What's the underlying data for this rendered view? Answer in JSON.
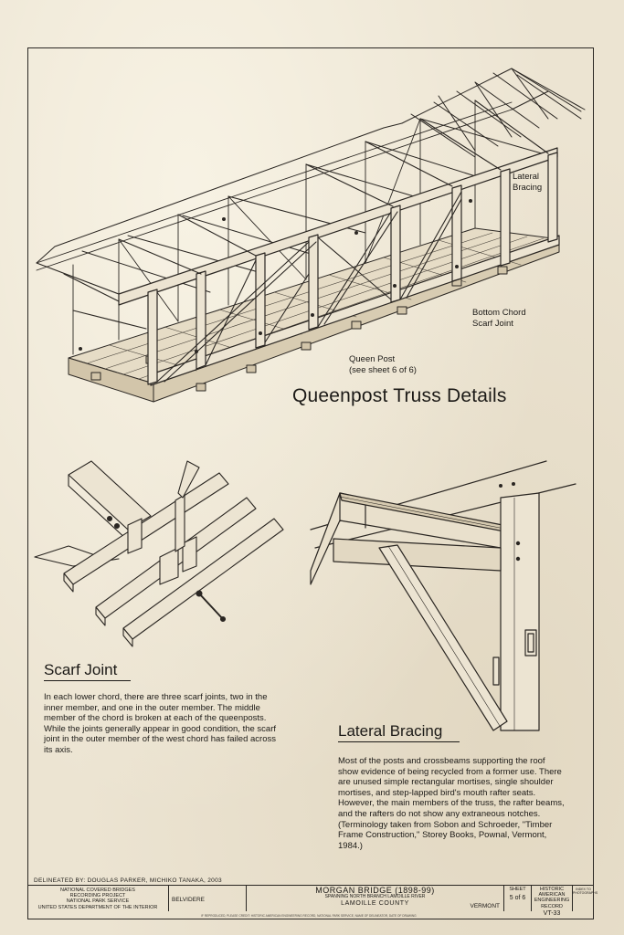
{
  "drawing_title": "Queenpost Truss Details",
  "callouts": {
    "lateral": "Lateral\nBracing",
    "bottom_chord": "Bottom Chord\nScarf Joint",
    "queen_post": "Queen Post\n(see sheet 6 of 6)"
  },
  "scarf_joint": {
    "title": "Scarf Joint",
    "text": "In each lower chord, there are three scarf joints, two in the inner member, and one in the outer member.  The middle member of the chord is broken at each of the queenposts.  While the joints generally appear in good condition, the scarf joint in the outer member of the west chord has failed across its axis."
  },
  "lateral_bracing": {
    "title": "Lateral Bracing",
    "text": "Most of the posts and crossbeams supporting the roof show evidence of being recycled from a former use.  There are unused simple rectangular mortises, single shoulder mortises, and step-lapped bird's mouth rafter seats.  However, the main members of the truss, the rafter beams, and the rafters do not show any extraneous notches.  (Terminology taken from Sobon and Schroeder, \"Timber Frame Construction,\" Storey Books, Pownal, Vermont, 1984.)"
  },
  "delineated": "DELINEATED BY:  DOUGLAS PARKER, MICHIKO TANAKA, 2003",
  "title_block": {
    "agency_1": "NATIONAL COVERED BRIDGES",
    "agency_2": "RECORDING PROJECT",
    "agency_3": "NATIONAL PARK SERVICE",
    "agency_4": "UNITED STATES DEPARTMENT OF THE INTERIOR",
    "location": "BELVIDERE",
    "bridge": "MORGAN BRIDGE (1898-99)",
    "spanning": "SPANNING NORTH BRANCH LAMOILLE RIVER",
    "county": "LAMOILLE COUNTY",
    "state": "VERMONT",
    "sheet_label": "SHEET",
    "sheet_number": "5 of 6",
    "haer_1": "HISTORIC AMERICAN",
    "haer_2": "ENGINEERING RECORD",
    "haer_code": "VT-33",
    "index": "INDEX TO PHOTOGRAPHS"
  },
  "footer": "IF REPRODUCED, PLEASE CREDIT: HISTORIC AMERICAN ENGINEERING RECORD, NATIONAL PARK SERVICE, NAME OF DELINEATOR, DATE OF DRAWING"
}
